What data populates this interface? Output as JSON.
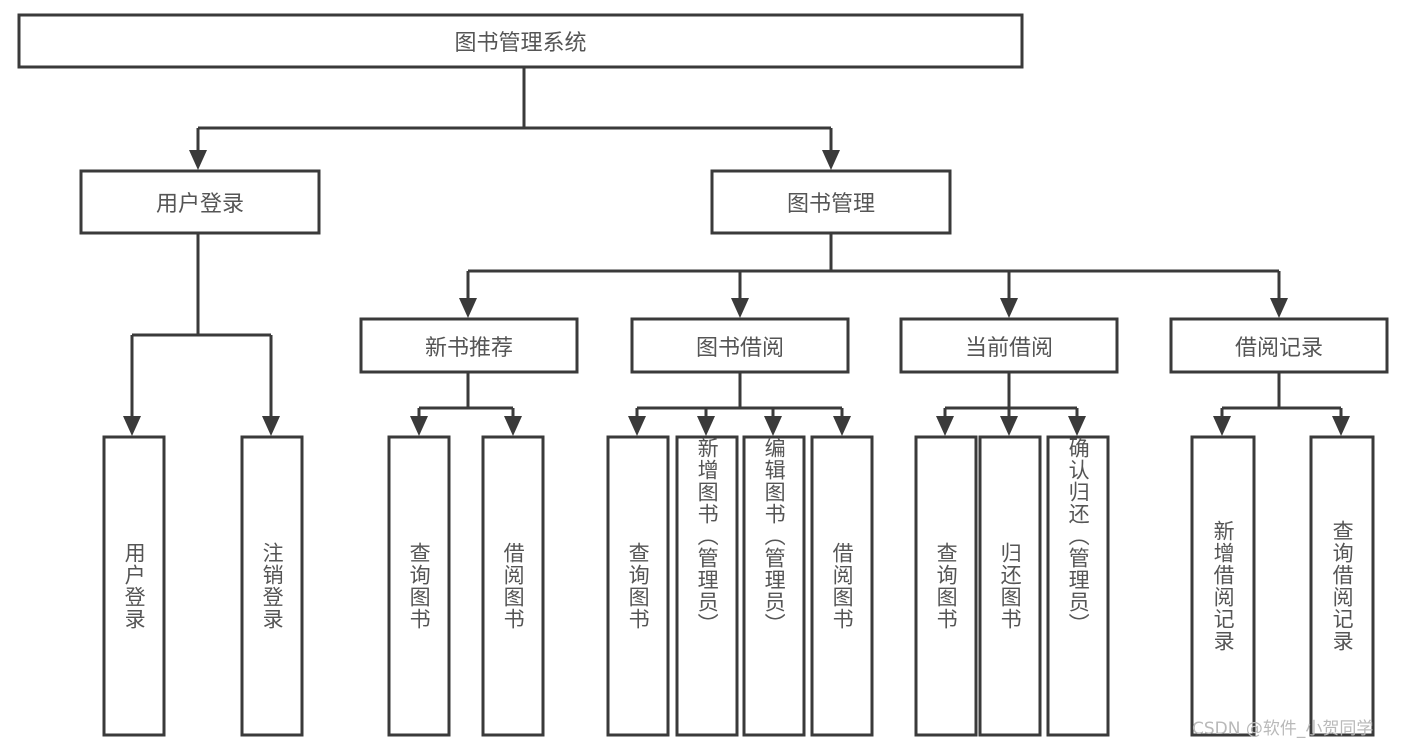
{
  "diagram": {
    "type": "hierarchy-tree",
    "title": "图书管理系统",
    "root": {
      "label": "图书管理系统"
    },
    "level2": [
      {
        "label": "用户登录"
      },
      {
        "label": "图书管理"
      }
    ],
    "level3": [
      {
        "label": "新书推荐"
      },
      {
        "label": "图书借阅"
      },
      {
        "label": "当前借阅"
      },
      {
        "label": "借阅记录"
      }
    ],
    "leaves": {
      "user_login": [
        {
          "label": "用户登录"
        },
        {
          "label": "注销登录"
        }
      ],
      "new_book_recommend": [
        {
          "label": "查询图书"
        },
        {
          "label": "借阅图书"
        }
      ],
      "book_borrow": [
        {
          "label": "查询图书"
        },
        {
          "label": "新增图书（管理员）"
        },
        {
          "label": "编辑图书（管理员）"
        },
        {
          "label": "借阅图书"
        }
      ],
      "current_borrow": [
        {
          "label": "查询图书"
        },
        {
          "label": "归还图书"
        },
        {
          "label": "确认归还（管理员）"
        }
      ],
      "borrow_record": [
        {
          "label": "新增借阅记录"
        },
        {
          "label": "查询借阅记录"
        }
      ]
    }
  },
  "watermark": {
    "text": "CSDN @软件_小贺同学"
  },
  "colors": {
    "stroke": "#3a3a3a",
    "text": "#555555",
    "background": "#ffffff",
    "watermark": "#b9b9b9"
  }
}
